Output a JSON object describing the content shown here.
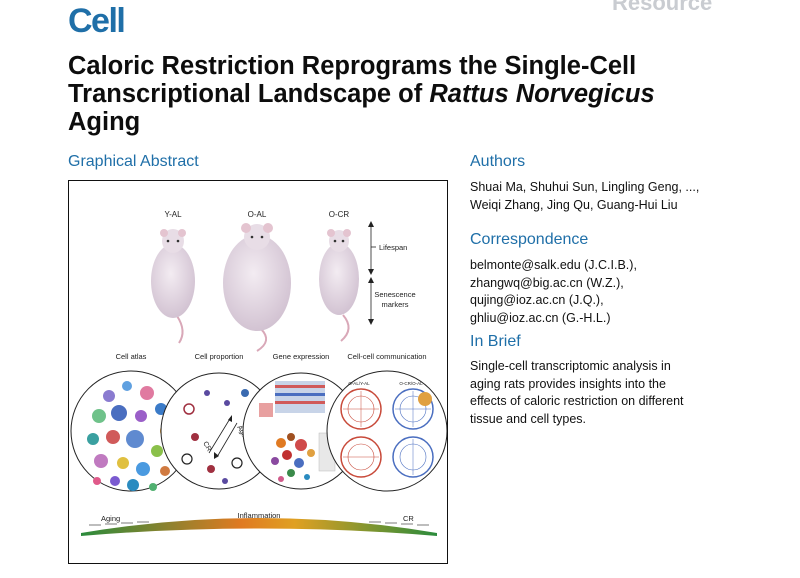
{
  "header": {
    "journal": "Cell",
    "article_type": "Resource"
  },
  "title": {
    "part1": "Caloric Restriction Reprograms the Single-Cell Transcriptional Landscape of ",
    "species": "Rattus Norvegicus",
    "part2": " Aging"
  },
  "graphical_abstract": {
    "heading": "Graphical Abstract",
    "groups": [
      "Y-AL",
      "O-AL",
      "O-CR"
    ],
    "lifespan": "Lifespan",
    "senescence": [
      "Senescence",
      "markers"
    ],
    "panels": [
      "Cell atlas",
      "Cell proportion",
      "Gene expression",
      "Cell-cell communication"
    ],
    "aging": "Aging",
    "cr": "CR",
    "inflammation": "Inflammation",
    "comm_labels": [
      "O-AL/Y-AL",
      "O-CR/O-AL"
    ]
  },
  "authors": {
    "heading": "Authors",
    "lines": [
      "Shuai Ma, Shuhui Sun, Lingling Geng, ...,",
      "Weiqi Zhang, Jing Qu, Guang-Hui Liu"
    ]
  },
  "correspondence": {
    "heading": "Correspondence",
    "lines": [
      "belmonte@salk.edu (J.C.I.B.),",
      "zhangwq@big.ac.cn (W.Z.),",
      "qujing@ioz.ac.cn (J.Q.),",
      "ghliu@ioz.ac.cn (G.-H.L.)"
    ]
  },
  "in_brief": {
    "heading": "In Brief",
    "lines": [
      "Single-cell transcriptomic analysis in",
      "aging rats provides insights into the",
      "effects of caloric restriction on different",
      "tissue and cell types."
    ]
  },
  "colors": {
    "brand": "#1f6fa8",
    "rat_body": "#e8dde6",
    "rat_shadow": "#c9b7c9",
    "tail": "#d9a8b8",
    "aging_arrow": "#2a8b3c",
    "inflammation_peak": "#e07a22"
  }
}
